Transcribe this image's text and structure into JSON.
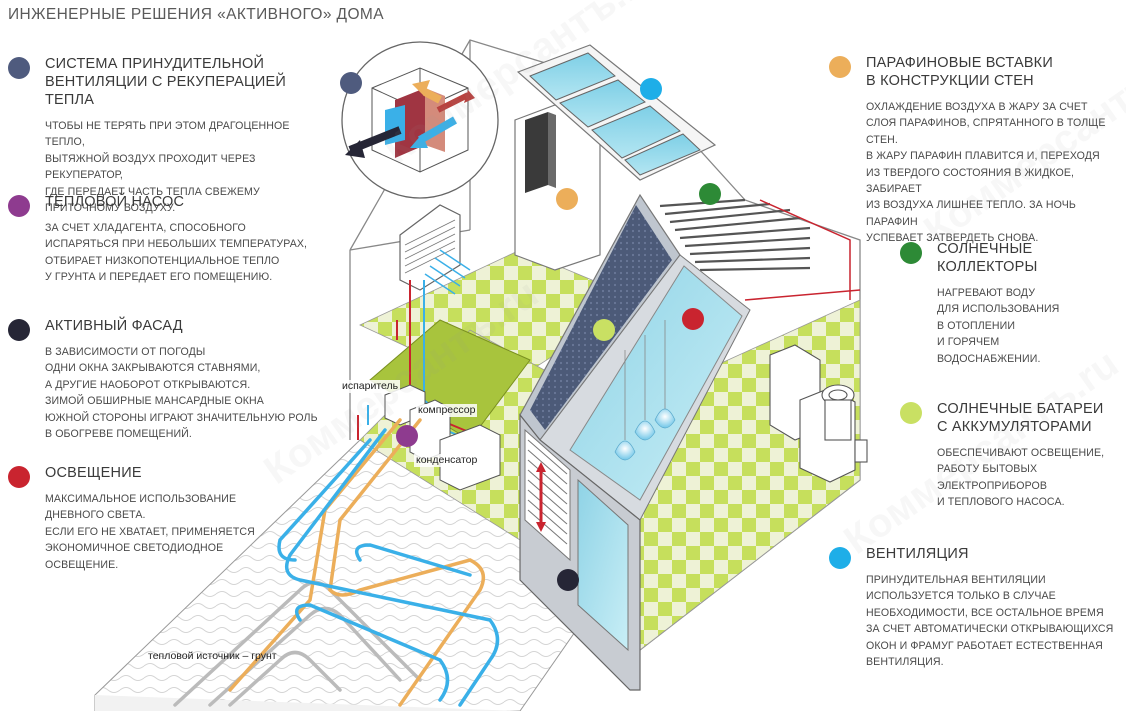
{
  "title": "ИНЖЕНЕРНЫЕ РЕШЕНИЯ «АКТИВНОГО» ДОМА",
  "colors": {
    "ventilation_recovery": "#4f5b7e",
    "heat_pump": "#8e3b8f",
    "active_facade": "#262636",
    "lighting": "#c9242f",
    "paraffin": "#ecae5a",
    "solar_collectors": "#2d8a36",
    "solar_batteries": "#c9e063",
    "ventilation": "#1eaee8"
  },
  "left_items": [
    {
      "color_key": "ventilation_recovery",
      "heading": "СИСТЕМА ПРИНУДИТЕЛЬНОЙ\nВЕНТИЛЯЦИИ С РЕКУПЕРАЦИЕЙ ТЕПЛА",
      "body": "ЧТОБЫ НЕ ТЕРЯТЬ ПРИ ЭТОМ ДРАГОЦЕННОЕ ТЕПЛО,\nВЫТЯЖНОЙ ВОЗДУХ ПРОХОДИТ ЧЕРЕЗ РЕКУПЕРАТОР,\nГДЕ ПЕРЕДАЕТ ЧАСТЬ ТЕПЛА СВЕЖЕМУ\nПРИТОЧНОМУ ВОЗДУХУ."
    },
    {
      "color_key": "heat_pump",
      "heading": "ТЕПЛОВОЙ НАСОС",
      "body": "ЗА СЧЕТ ХЛАДАГЕНТА, СПОСОБНОГО\nИСПАРЯТЬСЯ ПРИ НЕБОЛЬШИХ ТЕМПЕРАТУРАХ,\nОТБИРАЕТ НИЗКОПОТЕНЦИАЛЬНОЕ ТЕПЛО\nУ ГРУНТА И ПЕРЕДАЕТ ЕГО ПОМЕЩЕНИЮ."
    },
    {
      "color_key": "active_facade",
      "heading": "АКТИВНЫЙ ФАСАД",
      "body": "В ЗАВИСИМОСТИ ОТ ПОГОДЫ\nОДНИ ОКНА ЗАКРЫВАЮТСЯ СТАВНЯМИ,\nА ДРУГИЕ НАОБОРОТ ОТКРЫВАЮТСЯ.\nЗИМОЙ ОБШИРНЫЕ МАНСАРДНЫЕ ОКНА\nЮЖНОЙ СТОРОНЫ ИГРАЮТ ЗНАЧИТЕЛЬНУЮ РОЛЬ\nВ ОБОГРЕВЕ ПОМЕЩЕНИЙ."
    },
    {
      "color_key": "lighting",
      "heading": "ОСВЕЩЕНИЕ",
      "body": "МАКСИМАЛЬНОЕ ИСПОЛЬЗОВАНИЕ\nДНЕВНОГО СВЕТА.\nЕСЛИ ЕГО НЕ ХВАТАЕТ, ПРИМЕНЯЕТСЯ\nЭКОНОМИЧНОЕ СВЕТОДИОДНОЕ\nОСВЕЩЕНИЕ."
    }
  ],
  "right_items": [
    {
      "color_key": "paraffin",
      "heading": "ПАРАФИНОВЫЕ ВСТАВКИ\nВ КОНСТРУКЦИИ СТЕН",
      "body": "ОХЛАЖДЕНИЕ ВОЗДУХА В ЖАРУ ЗА СЧЕТ\nСЛОЯ ПАРАФИНОВ, СПРЯТАННОГО В ТОЛЩЕ СТЕН.\nВ ЖАРУ ПАРАФИН ПЛАВИТСЯ И, ПЕРЕХОДЯ\nИЗ ТВЕРДОГО СОСТОЯНИЯ В ЖИДКОЕ, ЗАБИРАЕТ\nИЗ ВОЗДУХА ЛИШНЕЕ ТЕПЛО. ЗА НОЧЬ ПАРАФИН\nУСПЕВАЕТ ЗАТВЕРДЕТЬ СНОВА."
    },
    {
      "color_key": "solar_collectors",
      "heading": "СОЛНЕЧНЫЕ\nКОЛЛЕКТОРЫ",
      "body": "НАГРЕВАЮТ ВОДУ\nДЛЯ ИСПОЛЬЗОВАНИЯ\nВ ОТОПЛЕНИИ\nИ ГОРЯЧЕМ\nВОДОСНАБЖЕНИИ."
    },
    {
      "color_key": "solar_batteries",
      "heading": "СОЛНЕЧНЫЕ БАТАРЕИ\nС АККУМУЛЯТОРАМИ",
      "body": "ОБЕСПЕЧИВАЮТ ОСВЕЩЕНИЕ,\nРАБОТУ БЫТОВЫХ\nЭЛЕКТРОПРИБОРОВ\nИ ТЕПЛОВОГО НАСОСА."
    },
    {
      "color_key": "ventilation",
      "heading": "ВЕНТИЛЯЦИЯ",
      "body": "ПРИНУДИТЕЛЬНАЯ ВЕНТИЛЯЦИИ\nИСПОЛЬЗУЕТСЯ ТОЛЬКО В СЛУЧАЕ\nНЕОБХОДИМОСТИ, ВСЕ ОСТАЛЬНОЕ ВРЕМЯ\nЗА СЧЕТ АВТОМАТИЧЕСКИ ОТКРЫВАЮЩИХСЯ\nОКОН И ФРАМУГ РАБОТАЕТ ЕСТЕСТВЕННАЯ\nВЕНТИЛЯЦИЯ."
    }
  ],
  "diagram_labels": {
    "evaporator": "испаритель",
    "compressor": "компрессор",
    "condenser": "конденсатор",
    "heat_source": "тепловой источник – грунт"
  },
  "watermark": "Коммерсантъ.ru"
}
